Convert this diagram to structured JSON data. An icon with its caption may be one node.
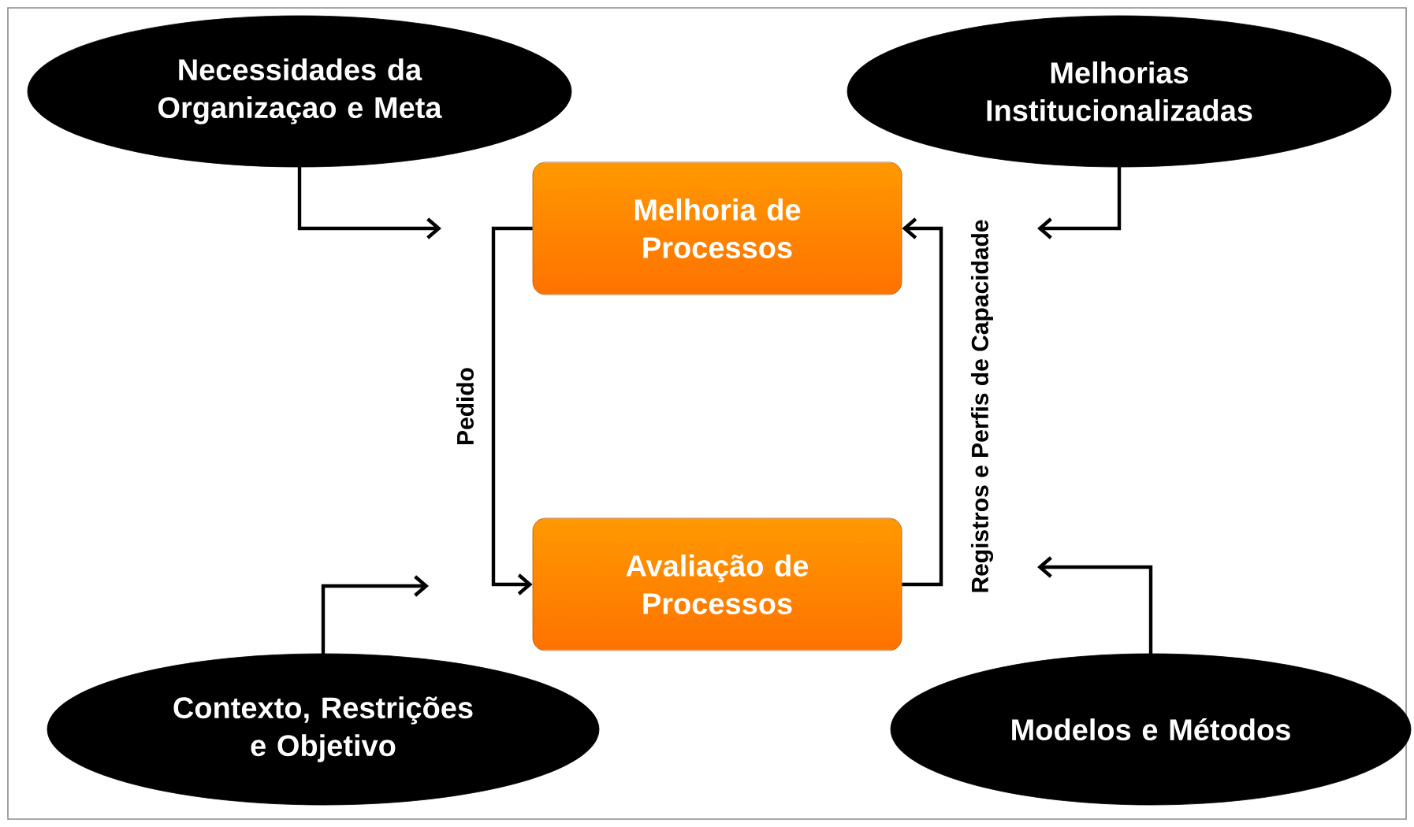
{
  "diagram": {
    "nodes": [
      {
        "text": [
          "Necessidades da Organizaçao e Meta"
        ]
      },
      {
        "text": [
          "Melhorias Institucionalizadas"
        ]
      },
      {
        "text": [
          "Melhoria de Processos"
        ]
      },
      {
        "text": [
          "Avaliação de Processos"
        ]
      },
      {
        "text": [
          "Contexto, Restrições e Objetivo"
        ]
      },
      {
        "text": [
          "Modelos e Métodos"
        ]
      }
    ],
    "edges": [
      {
        "from": 0,
        "to": null,
        "arrow": "to"
      },
      {
        "from": 1,
        "to": null,
        "arrow": "to"
      },
      {
        "from": 2,
        "to": 3,
        "arrow": "to",
        "label": "Pedido"
      },
      {
        "from": 3,
        "to": 2,
        "arrow": "to",
        "label": "Registros e Perfis de Capacidade"
      },
      {
        "from": 4,
        "to": null,
        "arrow": "to"
      },
      {
        "from": 5,
        "to": null,
        "arrow": "to"
      }
    ]
  }
}
